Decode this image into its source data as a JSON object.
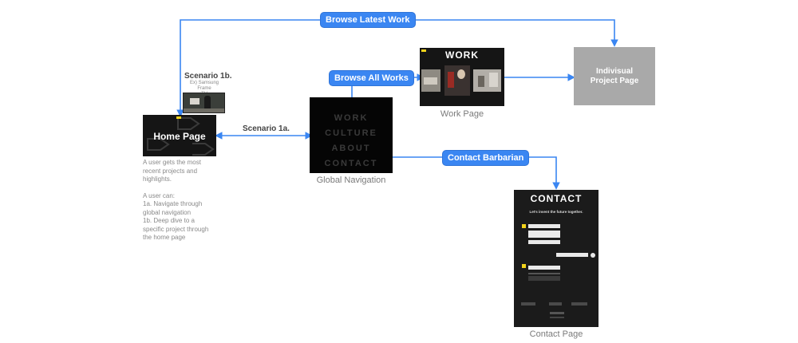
{
  "arrows": {
    "browse_latest": "Browse Latest Work",
    "browse_all": "Browse All Works",
    "contact_barbarian": "Contact Barbarian",
    "scenario_1a": "Scenario 1a."
  },
  "scenario_1b": {
    "title": "Scenario 1b.",
    "subtitle_line1": "Ex) Samsung Frame",
    "subtitle_line2": "TV"
  },
  "home": {
    "title": "Home Page",
    "desc_line1": "A user gets the most",
    "desc_line2": "recent projects and",
    "desc_line3": "highlights.",
    "can_line1": "A user can:",
    "can_line2": "1a. Navigate through",
    "can_line3": "global navigation",
    "can_line4": "1b. Deep dive to a",
    "can_line5": "specific project through",
    "can_line6": "the home page"
  },
  "global_nav": {
    "items": [
      "WORK",
      "CULTURE",
      "ABOUT",
      "CONTACT"
    ],
    "caption": "Global Navigation"
  },
  "work_page": {
    "logo": "WORK",
    "caption": "Work Page"
  },
  "project_page": {
    "line1": "Indivisual",
    "line2": "Project Page"
  },
  "contact_page": {
    "logo": "CONTACT",
    "tagline": "Let's invent the future together.",
    "caption": "Contact Page"
  },
  "colors": {
    "accent": "#3a86f2",
    "dark": "#151515",
    "gray_box": "#a9a9a9",
    "yellow": "#f2d31b"
  }
}
